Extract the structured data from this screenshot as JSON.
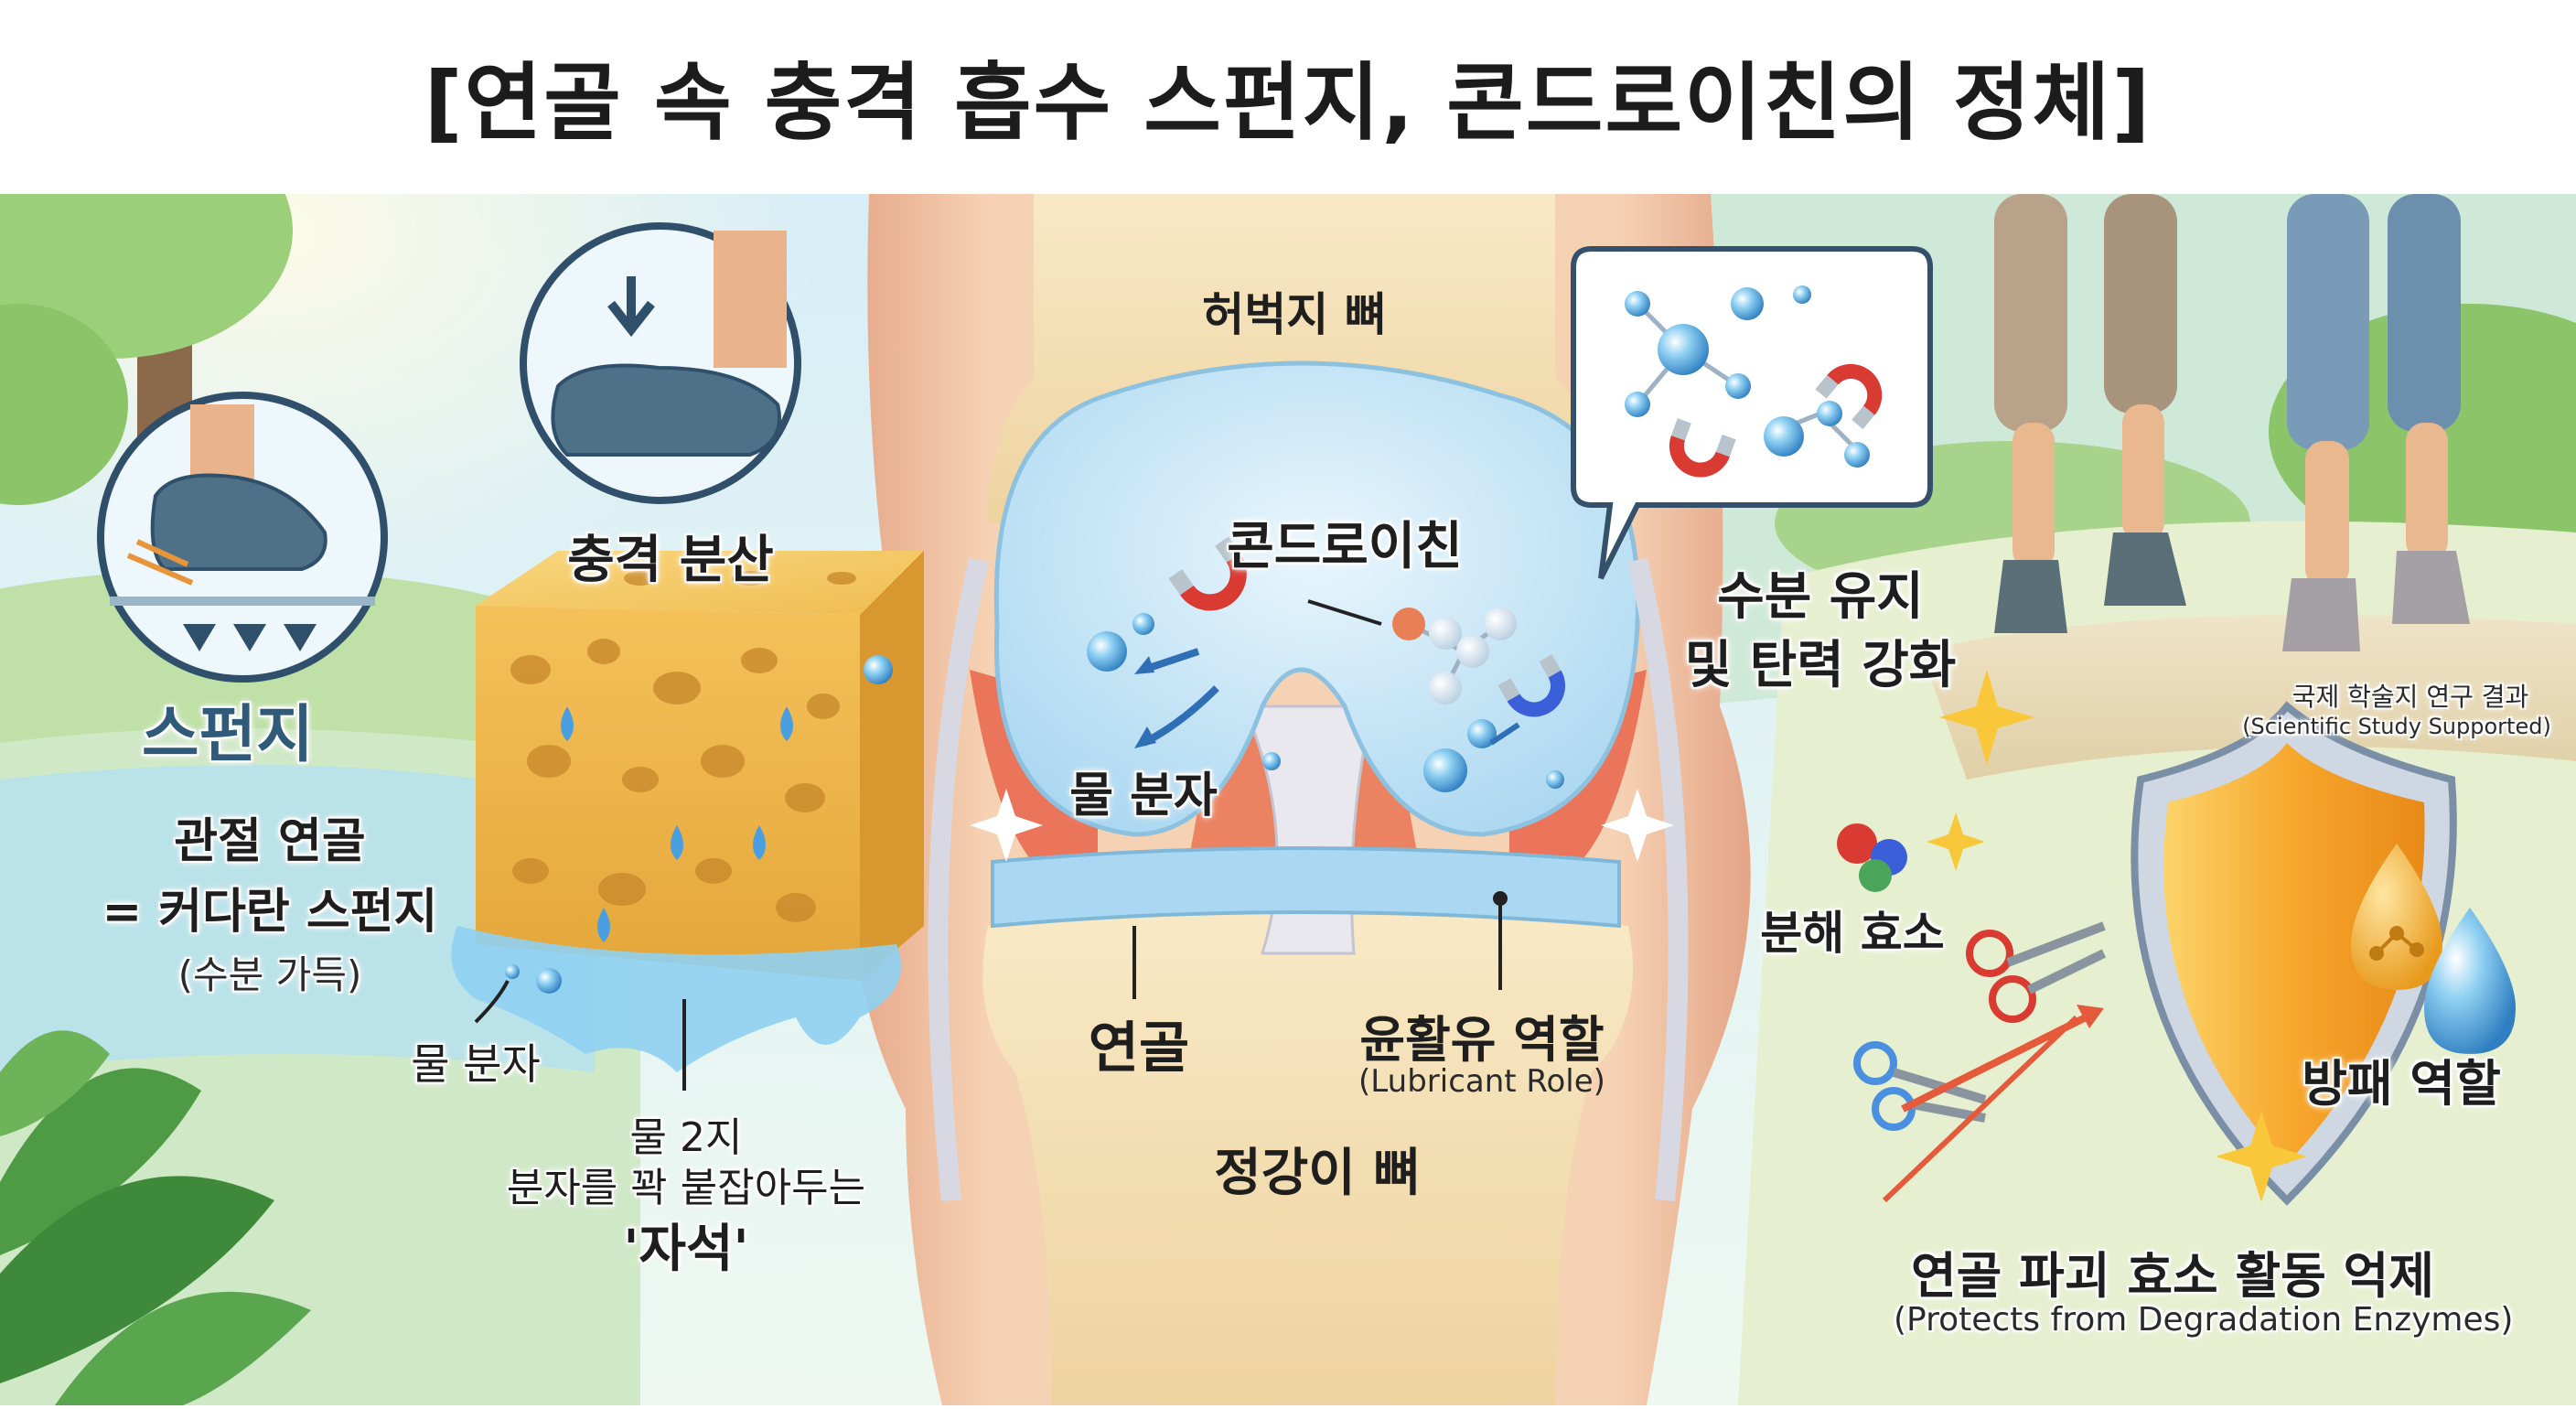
{
  "title": "[연골 속 충격 흡수 스펀지, 콘드로이친의 정체]",
  "left": {
    "sponge_heading": "스펀지",
    "joint_line1": "관절 연골",
    "joint_line2": "= 커다란 스펀지",
    "joint_line3": "(수분 가득)",
    "shock_label": "충격 분산",
    "water_molecule_label": "물 분자",
    "magnet_line1": "물 2지",
    "magnet_line2": "분자를 꽉 붙잡아두는",
    "magnet_line3": "'자석'"
  },
  "center": {
    "femur_label": "허벅지 뼈",
    "chondroitin_label": "콘드로이친",
    "water_label": "물 분자",
    "cartilage_label": "연골",
    "lubricant_label": "윤활유 역할",
    "lubricant_sub": "(Lubricant Role)",
    "tibia_label": "정강이 뼈"
  },
  "right": {
    "moisture_line1": "수분 유지",
    "moisture_line2": "및 탄력 강화",
    "study_line1": "국제 학술지 연구 결과",
    "study_line2": "(Scientific Study Supported)",
    "enzyme_label": "분해 효소",
    "defense_label": "방패 역할",
    "inhibit_label": "연골 파괴 효소 활동 억제",
    "inhibit_sub": "(Protects from Degradation Enzymes)"
  },
  "colors": {
    "sky": "#bfe3f1",
    "grass": "#a9d48a",
    "skin": "#f3c9a6",
    "bone": "#f5e2b8",
    "cartilage_blue": "#bfe2f5",
    "sponge": "#f2c45c",
    "shield_gold": "#f5a623",
    "accent_red": "#d94a3a",
    "dark_blue": "#34506b"
  },
  "icons": [
    "shoe-icon",
    "down-arrow-icon",
    "magnet-icon",
    "molecule-icon",
    "scissors-icon",
    "sparkle-icon",
    "drop-icon",
    "shield-icon"
  ]
}
